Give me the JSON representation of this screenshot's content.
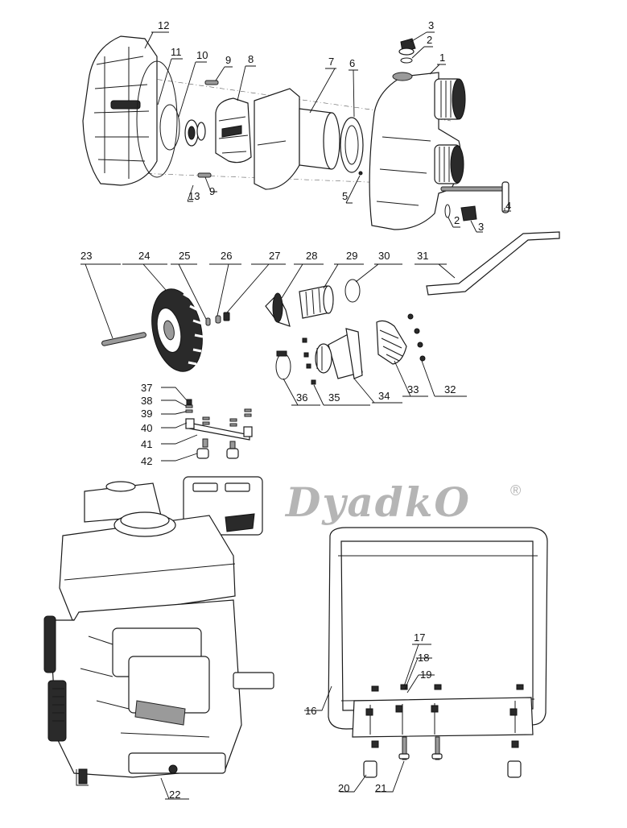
{
  "brand": {
    "name": "DyadkO",
    "mark": "®"
  },
  "callouts": [
    {
      "id": "c12",
      "label": "12"
    },
    {
      "id": "c11",
      "label": "11"
    },
    {
      "id": "c10",
      "label": "10"
    },
    {
      "id": "c9a",
      "label": "9"
    },
    {
      "id": "c8",
      "label": "8"
    },
    {
      "id": "c7",
      "label": "7"
    },
    {
      "id": "c6",
      "label": "6"
    },
    {
      "id": "c3a",
      "label": "3"
    },
    {
      "id": "c2a",
      "label": "2"
    },
    {
      "id": "c1",
      "label": "1"
    },
    {
      "id": "c13",
      "label": "13"
    },
    {
      "id": "c9b",
      "label": "9"
    },
    {
      "id": "c5",
      "label": "5"
    },
    {
      "id": "c4",
      "label": "4"
    },
    {
      "id": "c2b",
      "label": "2"
    },
    {
      "id": "c3b",
      "label": "3"
    },
    {
      "id": "c23",
      "label": "23"
    },
    {
      "id": "c24",
      "label": "24"
    },
    {
      "id": "c25",
      "label": "25"
    },
    {
      "id": "c26",
      "label": "26"
    },
    {
      "id": "c27",
      "label": "27"
    },
    {
      "id": "c28",
      "label": "28"
    },
    {
      "id": "c29",
      "label": "29"
    },
    {
      "id": "c30",
      "label": "30"
    },
    {
      "id": "c31",
      "label": "31"
    },
    {
      "id": "c32",
      "label": "32"
    },
    {
      "id": "c33",
      "label": "33"
    },
    {
      "id": "c34",
      "label": "34"
    },
    {
      "id": "c35",
      "label": "35"
    },
    {
      "id": "c36",
      "label": "36"
    },
    {
      "id": "c37",
      "label": "37"
    },
    {
      "id": "c38",
      "label": "38"
    },
    {
      "id": "c39",
      "label": "39"
    },
    {
      "id": "c40",
      "label": "40"
    },
    {
      "id": "c41",
      "label": "41"
    },
    {
      "id": "c42",
      "label": "42"
    },
    {
      "id": "c17",
      "label": "17"
    },
    {
      "id": "c18",
      "label": "18"
    },
    {
      "id": "c19",
      "label": "19"
    },
    {
      "id": "c16",
      "label": "16"
    },
    {
      "id": "c20",
      "label": "20"
    },
    {
      "id": "c21",
      "label": "21"
    },
    {
      "id": "c22",
      "label": "22"
    }
  ]
}
